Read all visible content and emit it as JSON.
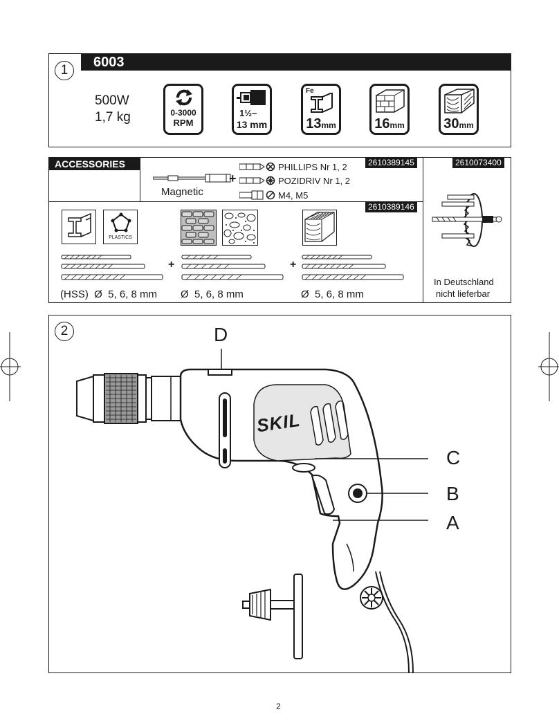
{
  "section1": {
    "number": "1",
    "model": "6003",
    "power": "500W",
    "weight": "1,7 kg",
    "icons": [
      {
        "name": "speed",
        "line1": "0-3000",
        "line2": "RPM"
      },
      {
        "name": "chuck",
        "line1": "1½–",
        "line2": "13 mm"
      },
      {
        "name": "steel",
        "top": "Fe",
        "line1": "13",
        "line2": "mm"
      },
      {
        "name": "masonry",
        "line1": "16",
        "line2": "mm"
      },
      {
        "name": "wood",
        "line1": "30",
        "line2": "mm"
      }
    ]
  },
  "accessories": {
    "title": "ACCESSORIES",
    "magnetic_label": "Magnetic",
    "bits": [
      {
        "label": "PHILLIPS Nr 1, 2"
      },
      {
        "label": "POZIDRIV Nr 1, 2"
      },
      {
        "label": "M4, M5"
      }
    ],
    "sku_bits": "2610389145",
    "sku_holesaw": "2610073400",
    "sku_drills": "2610389146",
    "plastics_label": "PLASTICS",
    "plus": "+",
    "drill_sets": [
      {
        "label": "(HSS)  Ø  5, 6, 8 mm"
      },
      {
        "label": "Ø  5, 6, 8 mm"
      },
      {
        "label": "Ø  5, 6, 8 mm"
      }
    ],
    "holesaw_note_1": "In Deutschland",
    "holesaw_note_2": "nicht lieferbar"
  },
  "section2": {
    "number": "2",
    "brand": "SKIL",
    "callouts": {
      "a": "A",
      "b": "B",
      "c": "C",
      "d": "D"
    }
  },
  "page_number": "2"
}
